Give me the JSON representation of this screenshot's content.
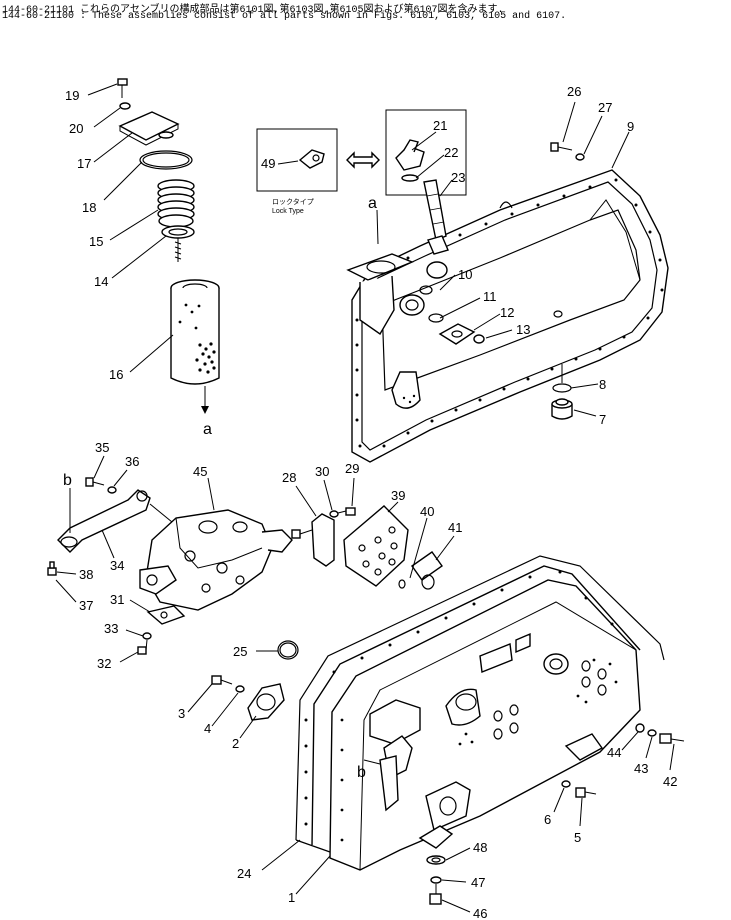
{
  "header": {
    "line1": "144-60-21101  これらのアセンブリの構成部品は第6101図,第6103図,第6105図および第6107図を含みます.",
    "line2": "144-60-21100 : These assemblies consist of all parts shown in Figs. 6101, 6103, 6105 and 6107."
  },
  "callouts": {
    "p19": "19",
    "p20": "20",
    "p17": "17",
    "p18": "18",
    "p15": "15",
    "p14": "14",
    "p16": "16",
    "pa1": "a",
    "pa2": "a",
    "p49": "49",
    "lock_jp": "ロックタイプ",
    "lock_en": "Lock  Type",
    "p21": "21",
    "p22": "22",
    "p23": "23",
    "p26": "26",
    "p27": "27",
    "p9": "9",
    "p10": "10",
    "p11": "11",
    "p12": "12",
    "p13": "13",
    "p8": "8",
    "p7": "7",
    "p35": "35",
    "p36": "36",
    "pb1": "b",
    "p45": "45",
    "p34": "34",
    "p38": "38",
    "p37": "37",
    "p31": "31",
    "p33": "33",
    "p32": "32",
    "p28": "28",
    "p30": "30",
    "p29": "29",
    "p39": "39",
    "p40": "40",
    "p41": "41",
    "p25": "25",
    "p3": "3",
    "p4": "4",
    "p2": "2",
    "p44": "44",
    "p43": "43",
    "p42": "42",
    "p6": "6",
    "p5": "5",
    "pb2": "b",
    "p24": "24",
    "p1": "1",
    "p48": "48",
    "p47": "47",
    "p46": "46"
  }
}
